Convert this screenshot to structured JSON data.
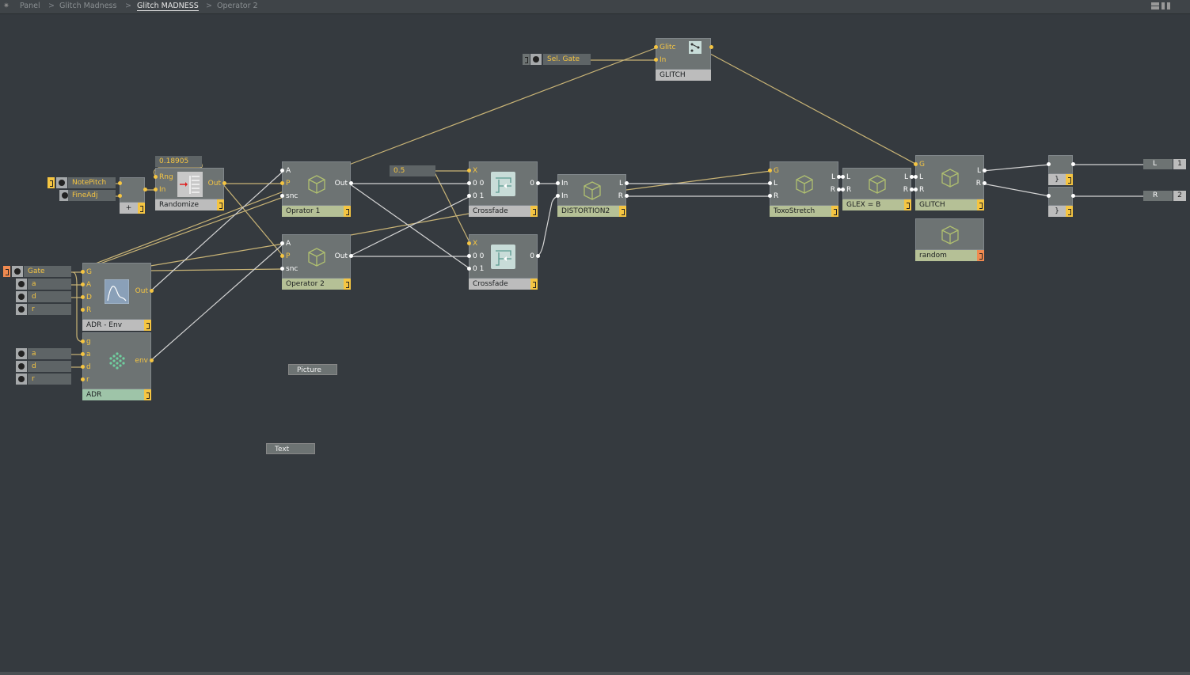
{
  "breadcrumb": [
    "Panel",
    "Glitch Madness",
    "Glitch MADNESS",
    "Operator 2"
  ],
  "controls": {
    "sel_gate": "Sel. Gate",
    "note_pitch": "NotePitch",
    "fine_adj": "FineAdj",
    "const_randomize": "0.18905",
    "const_xfade": "0.5",
    "gate": "Gate",
    "env1": [
      "a",
      "d",
      "r"
    ],
    "env2": [
      "a",
      "d",
      "r"
    ]
  },
  "modules": {
    "glitch_top": {
      "label": "GLITCH",
      "inputs": [
        "Glitc",
        "In"
      ],
      "outputs": [
        ""
      ]
    },
    "add": {
      "label": "+",
      "inputs": [
        "",
        ""
      ],
      "outputs": [
        ""
      ]
    },
    "randomize": {
      "label": "Randomize",
      "inputs": [
        "Rng",
        "In"
      ],
      "outputs": [
        "Out"
      ]
    },
    "op1": {
      "label": "Oprator 1",
      "inputs": [
        "A",
        "P",
        "snc"
      ],
      "outputs": [
        "Out"
      ]
    },
    "op2": {
      "label": "Operator 2",
      "inputs": [
        "A",
        "P",
        "snc"
      ],
      "outputs": [
        "Out"
      ]
    },
    "xf1": {
      "label": "Crossfade",
      "inputs": [
        "X",
        "0 0",
        "0 1"
      ],
      "outputs": [
        "0"
      ]
    },
    "xf2": {
      "label": "Crossfade",
      "inputs": [
        "X",
        "0 0",
        "0 1"
      ],
      "outputs": [
        "0"
      ]
    },
    "dist": {
      "label": "DISTORTION2",
      "inputs": [
        "In",
        "In"
      ],
      "outputs": [
        "L",
        "R"
      ]
    },
    "toxo": {
      "label": "ToxoStretch",
      "inputs": [
        "G",
        "L",
        "R"
      ],
      "outputs": [
        "L",
        "R"
      ]
    },
    "glex": {
      "label": "GLEX = B",
      "inputs": [
        "L",
        "R"
      ],
      "outputs": [
        "L",
        "R"
      ]
    },
    "glitch": {
      "label": "GLITCH",
      "inputs": [
        "G",
        "L",
        "R"
      ],
      "outputs": [
        "L",
        "R"
      ]
    },
    "random": {
      "label": "random",
      "inputs": [],
      "outputs": []
    },
    "adr_env": {
      "label": "ADR - Env",
      "inputs": [
        "G",
        "A",
        "D",
        "R"
      ],
      "outputs": [
        "Out"
      ]
    },
    "adr": {
      "label": "ADR",
      "inputs": [
        "g",
        "a",
        "d",
        "r"
      ],
      "outputs": [
        "env"
      ]
    },
    "merge1": {
      "label": "}",
      "inputs": [
        ""
      ],
      "outputs": [
        ""
      ]
    },
    "merge2": {
      "label": "}",
      "inputs": [
        ""
      ],
      "outputs": [
        ""
      ]
    }
  },
  "outputs": [
    {
      "label": "L",
      "num": "1"
    },
    {
      "label": "R",
      "num": "2"
    }
  ],
  "panel_items": {
    "picture": "Picture",
    "text": "Text"
  },
  "colors": {
    "background": "#353a3f",
    "module": "#6d7373",
    "accent": "#f5c542",
    "instrument_label": "#b5c096"
  }
}
